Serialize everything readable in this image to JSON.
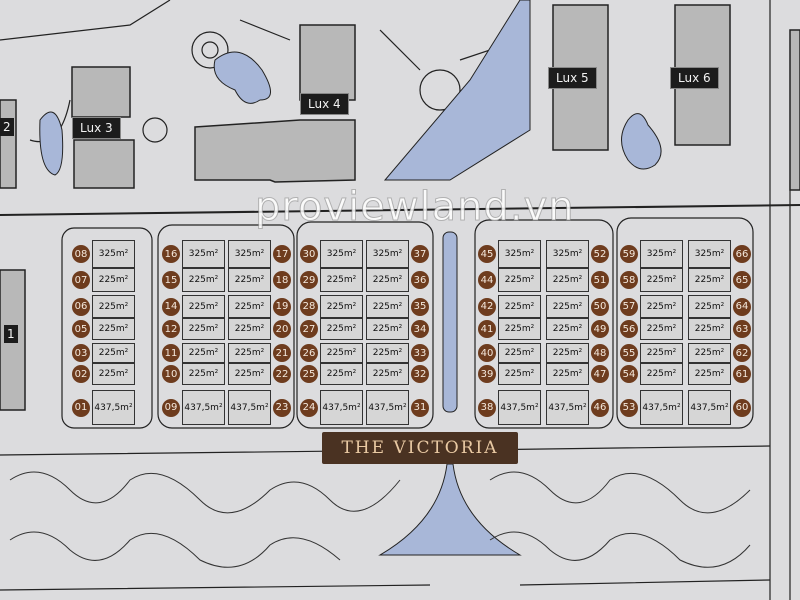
{
  "map": {
    "title": "THE VICTORIA",
    "watermark": "proviewland.vn",
    "buildings": [
      "Lux 3",
      "Lux 4",
      "Lux 5",
      "Lux 6"
    ],
    "partial_labels": [
      "2",
      "1"
    ],
    "colors": {
      "water": "#a8b7d8",
      "badge": "#6e3c1e",
      "label_bg": "#1c1c1c",
      "title_bg": "#4a3222"
    }
  },
  "blocks": [
    {
      "left": [
        {
          "num": "08",
          "area": "325m²"
        },
        {
          "num": "07",
          "area": "225m²"
        },
        {
          "num": "06",
          "area": "225m²"
        },
        {
          "num": "05",
          "area": "225m²"
        },
        {
          "num": "03",
          "area": "225m²"
        },
        {
          "num": "02",
          "area": "225m²"
        },
        {
          "num": "01",
          "area": "437,5m²"
        }
      ],
      "right": []
    },
    {
      "left": [
        {
          "num": "16",
          "area": "325m²"
        },
        {
          "num": "15",
          "area": "225m²"
        },
        {
          "num": "14",
          "area": "225m²"
        },
        {
          "num": "12",
          "area": "225m²"
        },
        {
          "num": "11",
          "area": "225m²"
        },
        {
          "num": "10",
          "area": "225m²"
        },
        {
          "num": "09",
          "area": "437,5m²"
        }
      ],
      "right": [
        {
          "num": "17",
          "area": "325m²"
        },
        {
          "num": "18",
          "area": "225m²"
        },
        {
          "num": "19",
          "area": "225m²"
        },
        {
          "num": "20",
          "area": "225m²"
        },
        {
          "num": "21",
          "area": "225m²"
        },
        {
          "num": "22",
          "area": "225m²"
        },
        {
          "num": "23",
          "area": "437,5m²"
        }
      ]
    },
    {
      "left": [
        {
          "num": "30",
          "area": "325m²"
        },
        {
          "num": "29",
          "area": "225m²"
        },
        {
          "num": "28",
          "area": "225m²"
        },
        {
          "num": "27",
          "area": "225m²"
        },
        {
          "num": "26",
          "area": "225m²"
        },
        {
          "num": "25",
          "area": "225m²"
        },
        {
          "num": "24",
          "area": "437,5m²"
        }
      ],
      "right": [
        {
          "num": "37",
          "area": "325m²"
        },
        {
          "num": "36",
          "area": "225m²"
        },
        {
          "num": "35",
          "area": "225m²"
        },
        {
          "num": "34",
          "area": "225m²"
        },
        {
          "num": "33",
          "area": "225m²"
        },
        {
          "num": "32",
          "area": "225m²"
        },
        {
          "num": "31",
          "area": "437,5m²"
        }
      ]
    },
    {
      "left": [
        {
          "num": "45",
          "area": "325m²"
        },
        {
          "num": "44",
          "area": "225m²"
        },
        {
          "num": "42",
          "area": "225m²"
        },
        {
          "num": "41",
          "area": "225m²"
        },
        {
          "num": "40",
          "area": "225m²"
        },
        {
          "num": "39",
          "area": "225m²"
        },
        {
          "num": "38",
          "area": "437,5m²"
        }
      ],
      "right": [
        {
          "num": "52",
          "area": "325m²"
        },
        {
          "num": "51",
          "area": "225m²"
        },
        {
          "num": "50",
          "area": "225m²"
        },
        {
          "num": "49",
          "area": "225m²"
        },
        {
          "num": "48",
          "area": "225m²"
        },
        {
          "num": "47",
          "area": "225m²"
        },
        {
          "num": "46",
          "area": "437,5m²"
        }
      ]
    },
    {
      "left": [
        {
          "num": "59",
          "area": "325m²"
        },
        {
          "num": "58",
          "area": "225m²"
        },
        {
          "num": "57",
          "area": "225m²"
        },
        {
          "num": "56",
          "area": "225m²"
        },
        {
          "num": "55",
          "area": "225m²"
        },
        {
          "num": "54",
          "area": "225m²"
        },
        {
          "num": "53",
          "area": "437,5m²"
        }
      ],
      "right": [
        {
          "num": "66",
          "area": "325m²"
        },
        {
          "num": "65",
          "area": "225m²"
        },
        {
          "num": "64",
          "area": "225m²"
        },
        {
          "num": "63",
          "area": "225m²"
        },
        {
          "num": "62",
          "area": "225m²"
        },
        {
          "num": "61",
          "area": "225m²"
        },
        {
          "num": "60",
          "area": "437,5m²"
        }
      ]
    }
  ]
}
